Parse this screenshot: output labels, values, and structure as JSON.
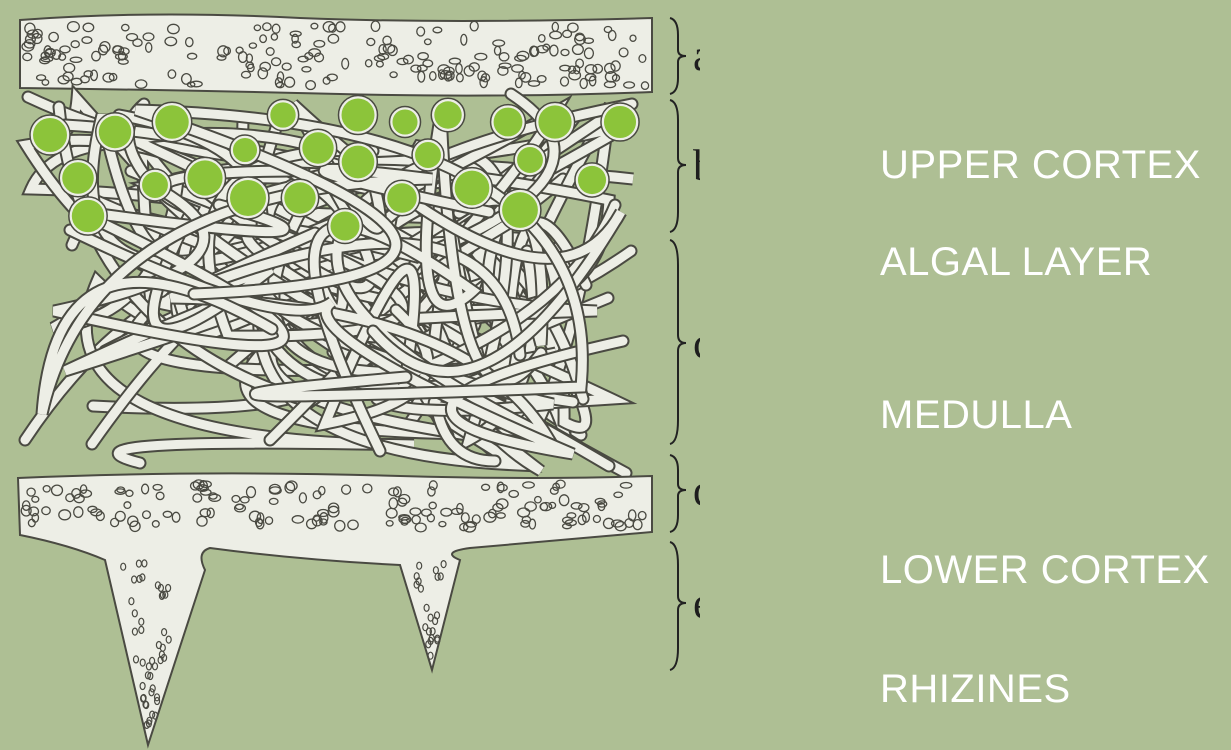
{
  "diagram": {
    "letters": [
      "a",
      "b",
      "c",
      "d",
      "e"
    ],
    "layer_labels": [
      "UPPER CORTEX",
      "ALGAL LAYER",
      "MEDULLA",
      "LOWER CORTEX",
      "RHIZINES"
    ],
    "colors": {
      "background": "#aebf94",
      "tissue": "#edeee6",
      "outline": "#4a4a42",
      "algae": "#8cc43a",
      "label_text": "#ffffff"
    }
  }
}
